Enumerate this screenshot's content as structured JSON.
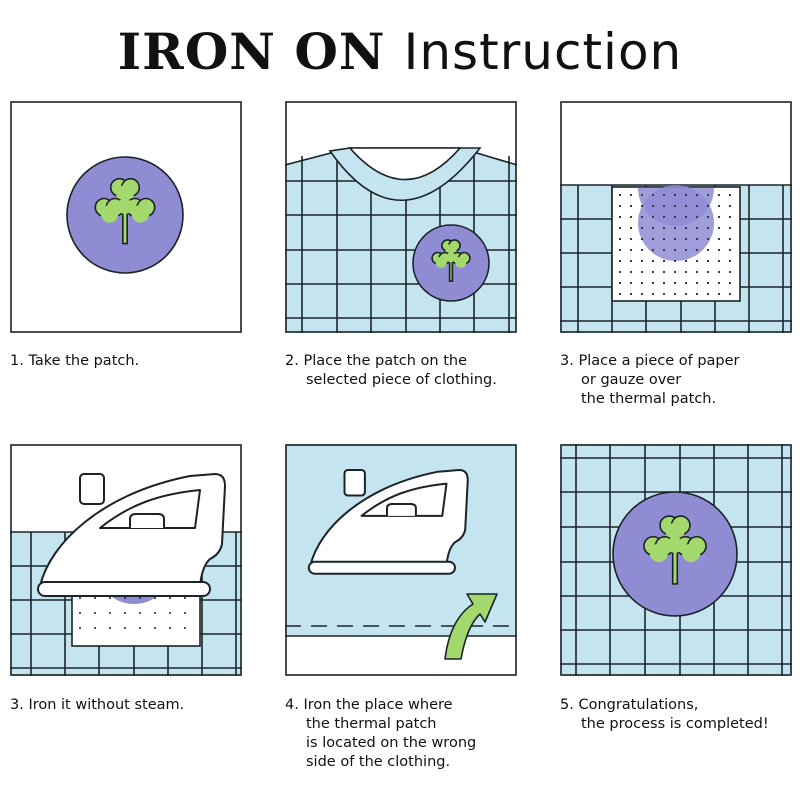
{
  "title": {
    "part1": "IRON ON",
    "part2": "Instruction"
  },
  "colors": {
    "fabric": "#c4e4f0",
    "patch": "#908cd4",
    "clover": "#a3d86c",
    "ink": "#1b2328"
  },
  "steps": [
    {
      "lines": [
        "1. Take the patch."
      ]
    },
    {
      "lines": [
        "2. Place the patch on the",
        "selected piece of clothing."
      ]
    },
    {
      "lines": [
        "3. Place a piece of paper",
        "or gauze over",
        "the thermal patch."
      ]
    },
    {
      "lines": [
        "3. Iron it without steam."
      ]
    },
    {
      "lines": [
        "4. Iron the place where",
        "the thermal patch",
        "is located on the wrong",
        "side of the clothing."
      ]
    },
    {
      "lines": [
        "5. Congratulations,",
        "the process is completed!"
      ]
    }
  ]
}
